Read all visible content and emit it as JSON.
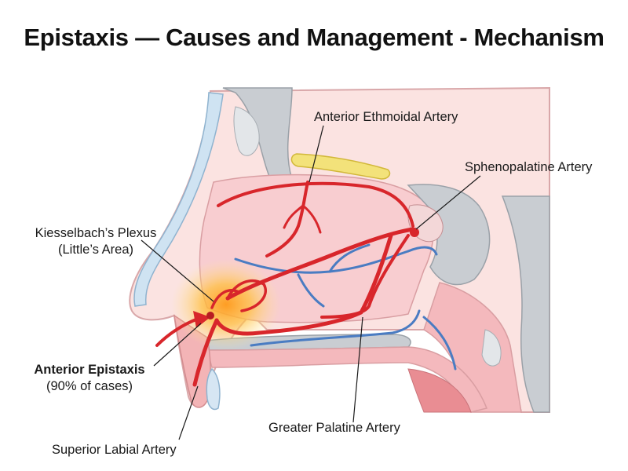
{
  "title": "Epistaxis — Causes and Management - Mechanism",
  "labels": {
    "anterior_ethmoidal": "Anterior Ethmoidal Artery",
    "sphenopalatine": "Sphenopalatine Artery",
    "kiesselbach_line1": "Kiesselbach’s Plexus",
    "kiesselbach_line2": "(Little’s Area)",
    "anterior_epistaxis_line1": "Anterior Epistaxis",
    "anterior_epistaxis_line2": "(90% of cases)",
    "greater_palatine": "Greater Palatine Artery",
    "superior_labial": "Superior Labial Artery"
  },
  "colors": {
    "artery": "#d8262b",
    "vein": "#4a7cc2",
    "mucosa": "#f8cdd0",
    "bone": "#c9cdd2",
    "cartilage": "#cfe3f2",
    "bleed_glow": "#ffc040",
    "sinus_fat": "#f3e27a"
  }
}
